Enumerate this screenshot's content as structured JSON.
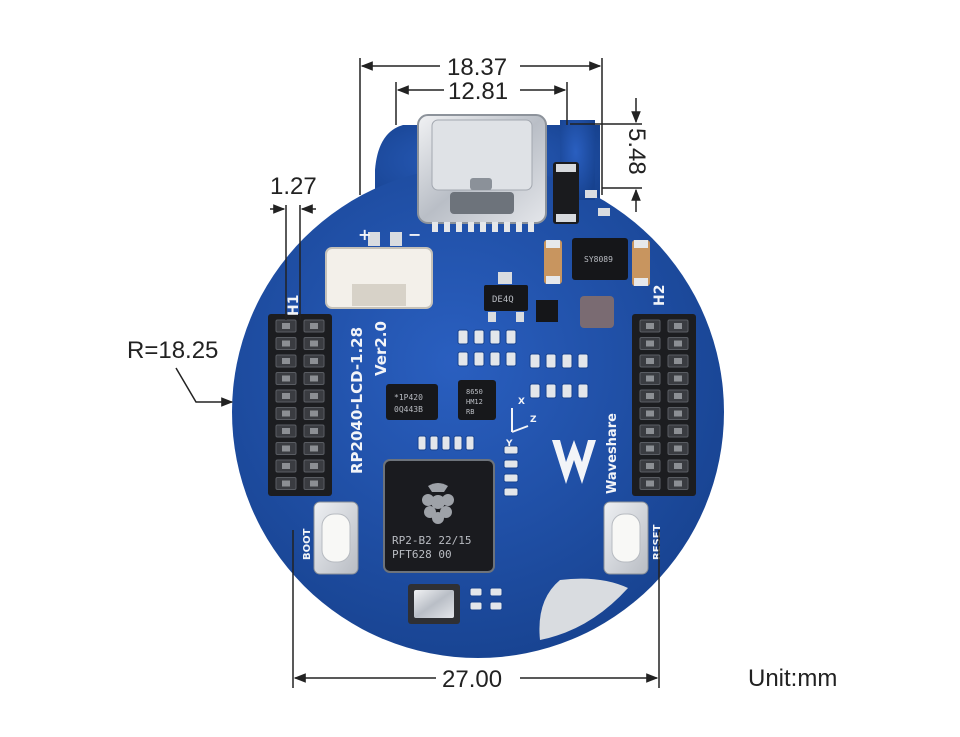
{
  "dimensions": {
    "width_total": "18.37",
    "width_usb": "12.81",
    "usb_overhang": "5.48",
    "pin_pitch": "1.27",
    "radius": "R=18.25",
    "hole_spacing": "27.00",
    "unit": "Unit:mm"
  },
  "silkscreen": {
    "board_name": "RP2040-LCD-1.28",
    "version": "Ver2.0",
    "header_left": "H1",
    "header_right": "H2",
    "brand": "Waveshare",
    "boot_label": "BOOT",
    "reset_label": "RESET",
    "plus": "+",
    "minus": "−",
    "axis_x": "X",
    "axis_y": "Y",
    "axis_z": "Z"
  },
  "chips": {
    "mcu_line1": "RP2-B2   22/15",
    "mcu_line2": "PFT628 00",
    "imu_line1": "8650",
    "imu_line2": "HM12",
    "imu_line3": "RB",
    "flash_line1": "*1P420",
    "flash_line2": "0Q443B",
    "reg_mark": "DE4Q",
    "sw_mark": "SY8089"
  },
  "colors": {
    "pcb": "#1f4fa8",
    "pcb_dark": "#173f8a",
    "silk": "#f2f4f8",
    "metal": "#c8ccd2"
  }
}
